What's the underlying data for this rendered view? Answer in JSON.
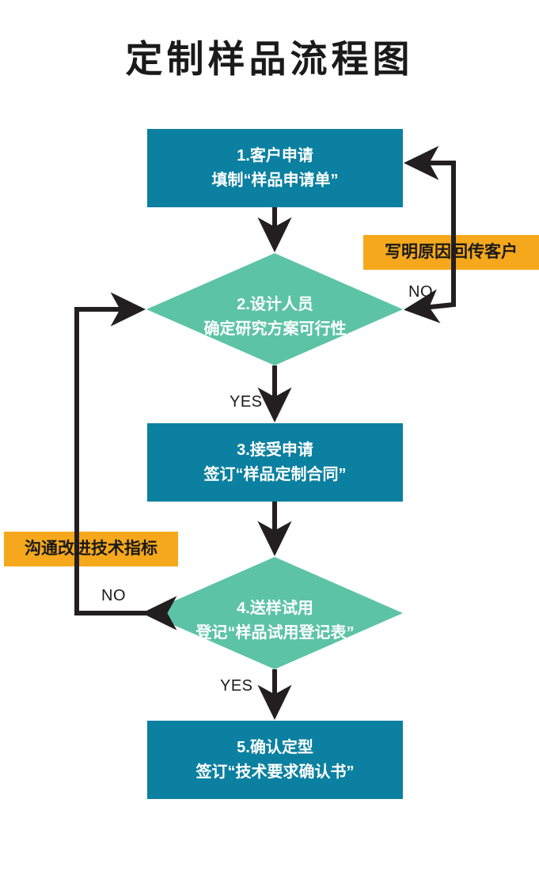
{
  "title": "定制样品流程图",
  "colors": {
    "process_fill": "#0b80a0",
    "decision_fill": "#5cc3a7",
    "tag_fill": "#f6a81c",
    "line": "#231f20",
    "node_text": "#ffffff",
    "tag_text": "#1a1a1a",
    "background": "#ffffff"
  },
  "chart_data": {
    "type": "diagram",
    "title": "定制样品流程图",
    "nodes": [
      {
        "id": "n1",
        "shape": "process",
        "line1": "1.客户申请",
        "line2": "填制“样品申请单”"
      },
      {
        "id": "n2",
        "shape": "decision",
        "line1": "2.设计人员",
        "line2": "确定研究方案可行性"
      },
      {
        "id": "n3",
        "shape": "process",
        "line1": "3.接受申请",
        "line2": "签订“样品定制合同”"
      },
      {
        "id": "n4",
        "shape": "decision",
        "line1": "4.送样试用",
        "line2": "登记“样品试用登记表”"
      },
      {
        "id": "n5",
        "shape": "process",
        "line1": "5.确认定型",
        "line2": "签订“技术要求确认书”"
      }
    ],
    "tags": [
      {
        "id": "t1",
        "text": "写明原因回传客户"
      },
      {
        "id": "t2",
        "text": "沟通改进技术指标"
      }
    ],
    "edges": [
      {
        "from": "n1",
        "to": "n2",
        "label": ""
      },
      {
        "from": "n2",
        "to": "n3",
        "label": "YES"
      },
      {
        "from": "n2",
        "to": "n1",
        "label": "NO",
        "via": "t1"
      },
      {
        "from": "n3",
        "to": "n4",
        "label": ""
      },
      {
        "from": "n4",
        "to": "n5",
        "label": "YES"
      },
      {
        "from": "n4",
        "to": "n2",
        "label": "NO",
        "via": "t2"
      }
    ]
  },
  "edge_labels": {
    "no_right": "NO",
    "yes_upper": "YES",
    "no_left": "NO",
    "yes_lower": "YES"
  }
}
